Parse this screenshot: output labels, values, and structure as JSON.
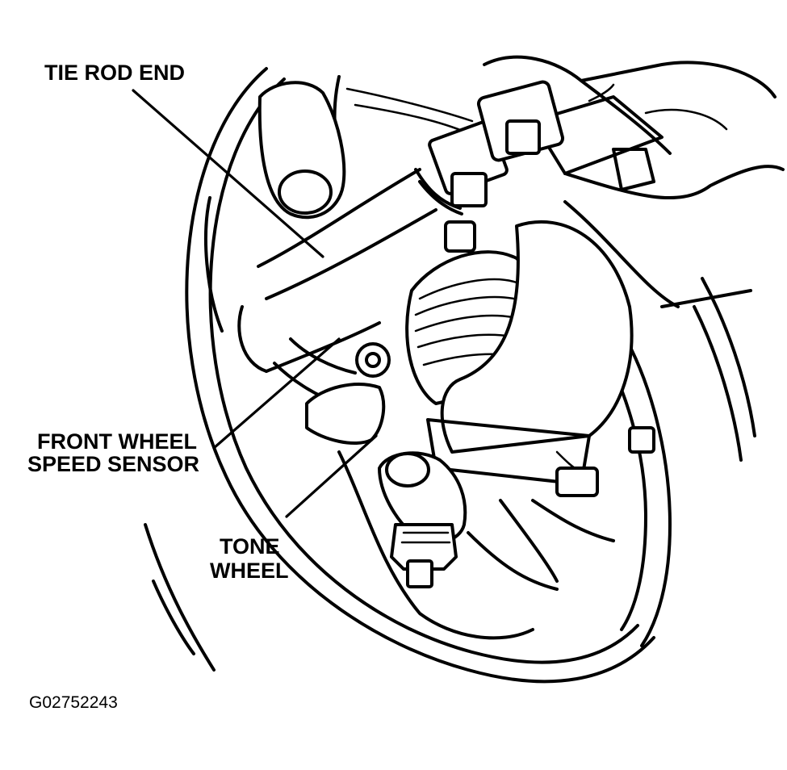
{
  "labels": {
    "tie_rod_end": "TIE ROD END",
    "front_wheel_speed_sensor_line1": "FRONT WHEEL",
    "front_wheel_speed_sensor_line2": "SPEED SENSOR",
    "tone_wheel_line1": "TONE",
    "tone_wheel_line2": "WHEEL"
  },
  "figure_id": "G02752243"
}
